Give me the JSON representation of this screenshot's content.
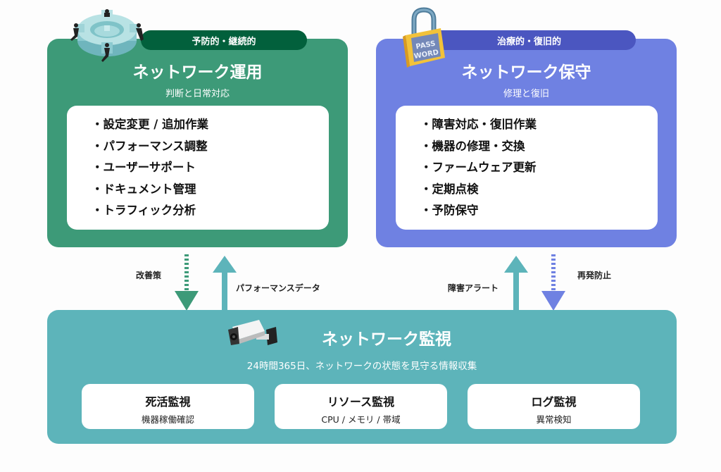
{
  "operations": {
    "tag": "予防的・継続的",
    "title": "ネットワーク運用",
    "subtitle": "判断と日常対応",
    "items": [
      "設定変更 / 追加作業",
      "パフォーマンス調整",
      "ユーザーサポート",
      "ドキュメント管理",
      "トラフィック分析"
    ],
    "icon": "gear-with-people-icon",
    "color": "#3d9a78",
    "tag_color": "#02603c"
  },
  "maintenance": {
    "tag": "治療的・復旧的",
    "title": "ネットワーク保守",
    "subtitle": "修理と復旧",
    "items": [
      "障害対応・復旧作業",
      "機器の修理・交換",
      "ファームウェア更新",
      "定期点検",
      "予防保守"
    ],
    "icon": "padlock-password-icon",
    "icon_text": [
      "PASS",
      "WORD"
    ],
    "color": "#6f81e2",
    "tag_color": "#4b56c0"
  },
  "arrows": {
    "improvement": "改善策",
    "performance_data": "パフォーマンスデータ",
    "failure_alert": "障害アラート",
    "prevention": "再発防止"
  },
  "monitoring": {
    "title": "ネットワーク監視",
    "subtitle": "24時間365日、ネットワークの状態を見守る情報収集",
    "icon": "security-camera-icon",
    "color": "#5db4ba",
    "cards": [
      {
        "title": "死活監視",
        "sub": "機器稼働確認"
      },
      {
        "title": "リソース監視",
        "sub": "CPU / メモリ / 帯域"
      },
      {
        "title": "ログ監視",
        "sub": "異常検知"
      }
    ]
  }
}
